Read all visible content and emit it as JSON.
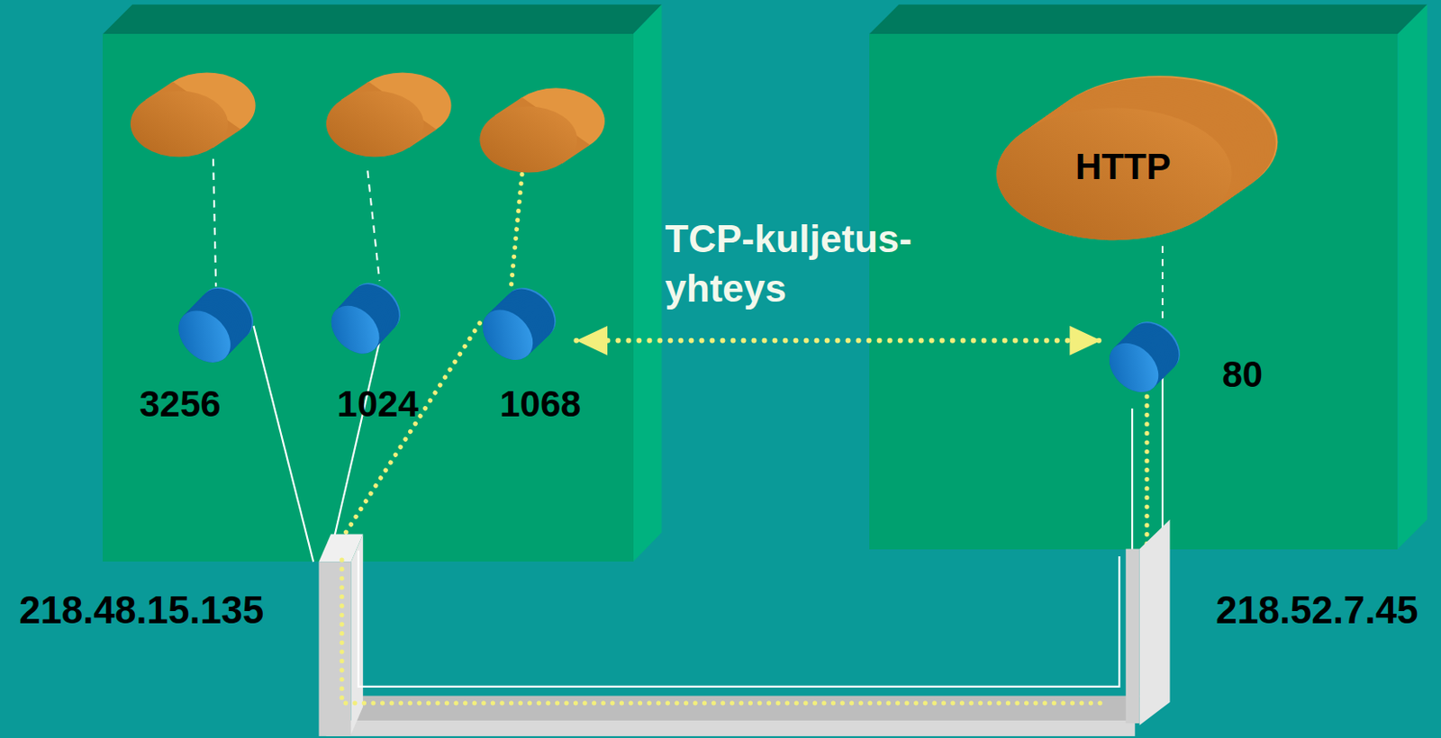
{
  "diagram": {
    "nodes": [
      {
        "text": [
          "218.48.15.135"
        ]
      },
      {
        "text": [
          "3256"
        ],
        "in": 0
      },
      {
        "text": [
          "1024"
        ],
        "in": 0
      },
      {
        "text": [
          "1068"
        ],
        "in": 0
      },
      {
        "text": [
          "218.52.7.45"
        ]
      },
      {
        "text": [
          "HTTP"
        ],
        "in": 4
      },
      {
        "text": [
          "80"
        ],
        "in": 4
      }
    ],
    "edges": [
      {
        "from": 3,
        "to": 6,
        "arrow": "both",
        "label": "TCP-kuljetus- yhteys"
      },
      {
        "from": 5,
        "to": 6,
        "arrow": "none"
      }
    ]
  }
}
